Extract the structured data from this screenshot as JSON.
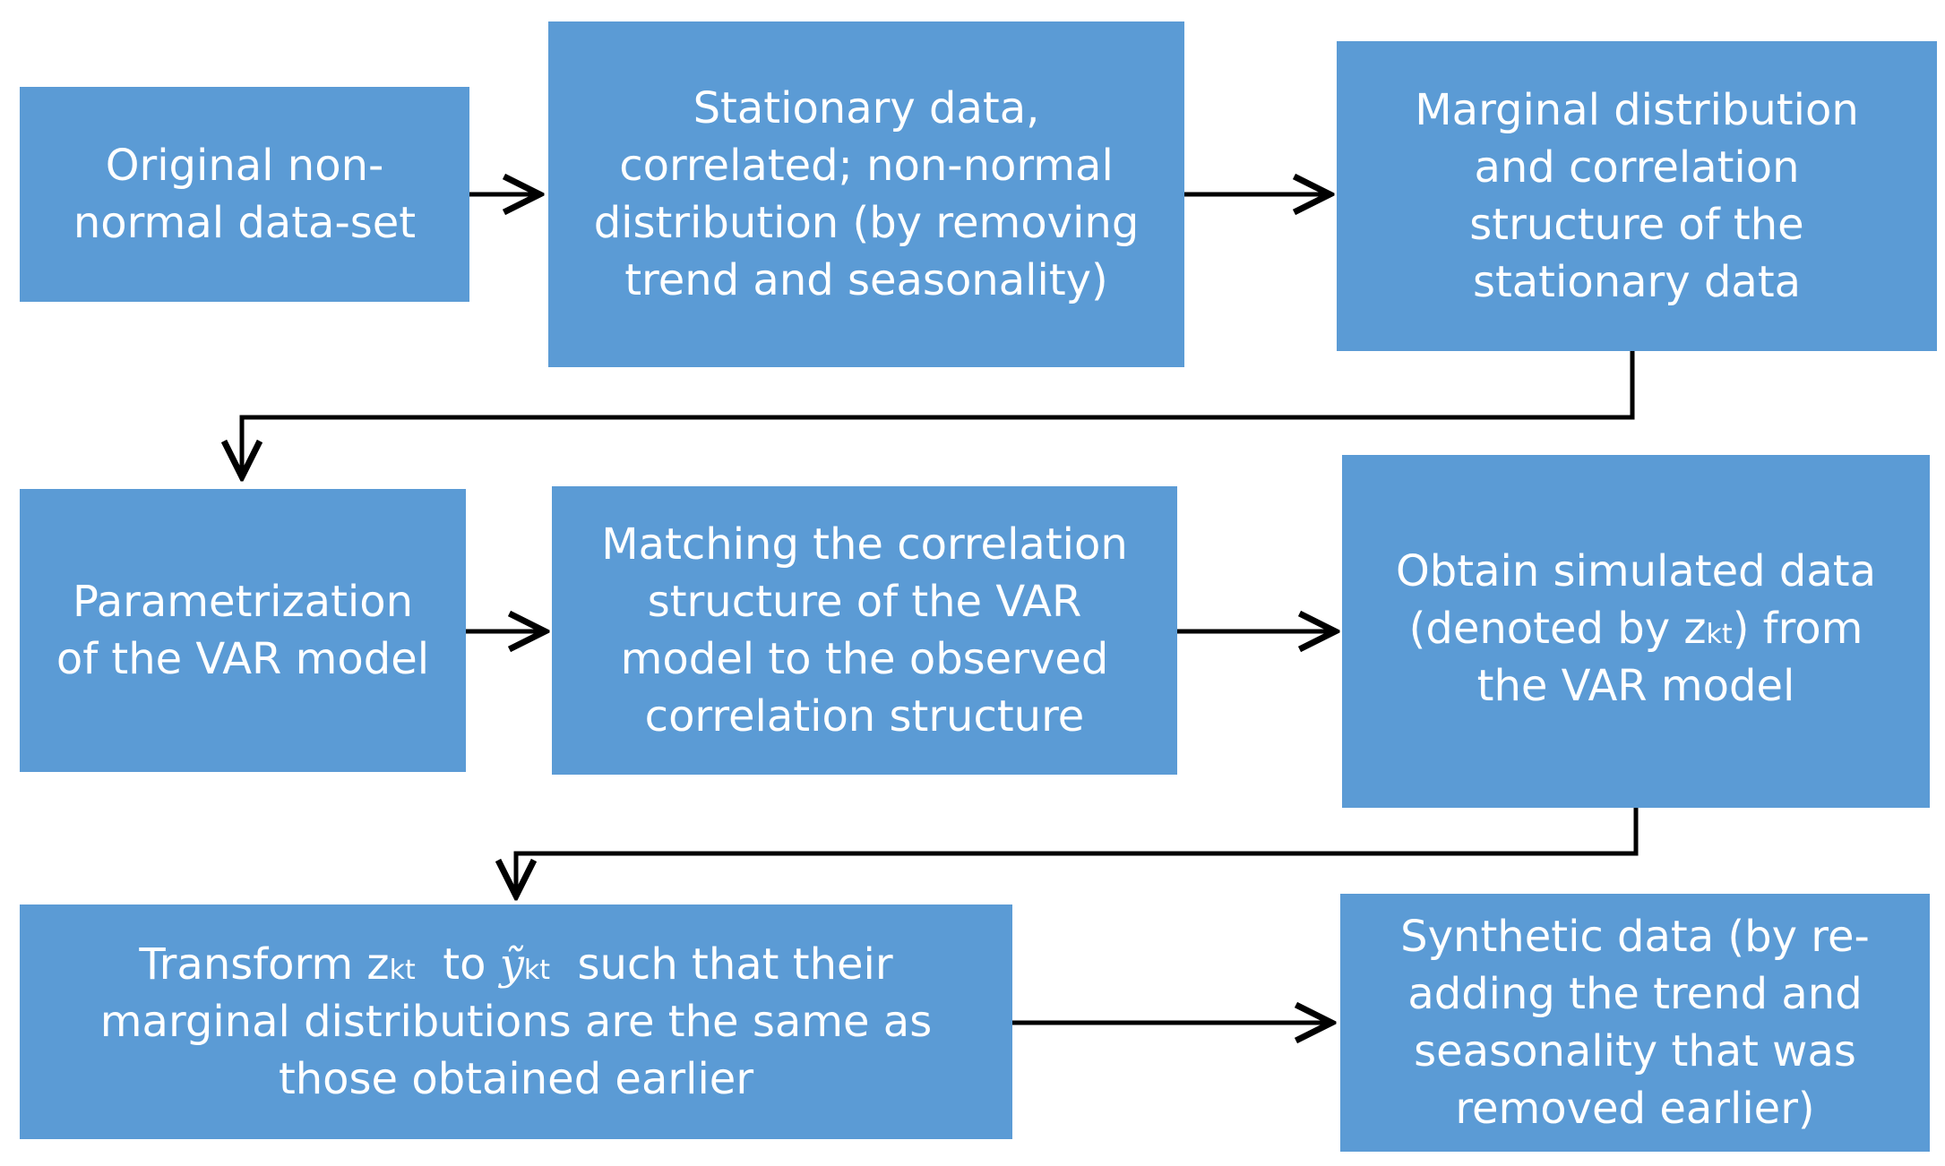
{
  "diagram": {
    "box_color": "#5b9bd5",
    "text_color": "#ffffff",
    "arrow_color": "#000000",
    "boxes": [
      {
        "id": "original-data",
        "lines": [
          "Original non-",
          "normal data-set"
        ]
      },
      {
        "id": "stationary-data",
        "lines": [
          "Stationary data,",
          "correlated; non-normal",
          "distribution (by removing",
          "trend and seasonality)"
        ]
      },
      {
        "id": "marginal-distribution",
        "lines": [
          "Marginal distribution",
          "and correlation",
          "structure of the",
          "stationary data"
        ]
      },
      {
        "id": "var-parametrization",
        "lines": [
          "Parametrization",
          "of the VAR model"
        ]
      },
      {
        "id": "matching-correlation",
        "lines": [
          "Matching the correlation",
          "structure of the VAR",
          "model to the observed",
          "correlation structure"
        ]
      },
      {
        "id": "simulated-data",
        "line1": "Obtain simulated data",
        "line2_before": "(denoted by z",
        "line2_sub": "kt",
        "line2_after": ") from",
        "line3": "the VAR model"
      },
      {
        "id": "transform",
        "line1_a": "Transform z",
        "line1_sub1": "kt",
        "line1_b": "  to ",
        "line1_var": "ỹ",
        "line1_sub2": "kt",
        "line1_c": "  such that their",
        "line2": "marginal distributions are the same as",
        "line3": "those obtained earlier"
      },
      {
        "id": "synthetic-data",
        "lines": [
          "Synthetic data (by re-",
          "adding the trend and",
          "seasonality that was",
          "removed earlier)"
        ]
      }
    ]
  }
}
